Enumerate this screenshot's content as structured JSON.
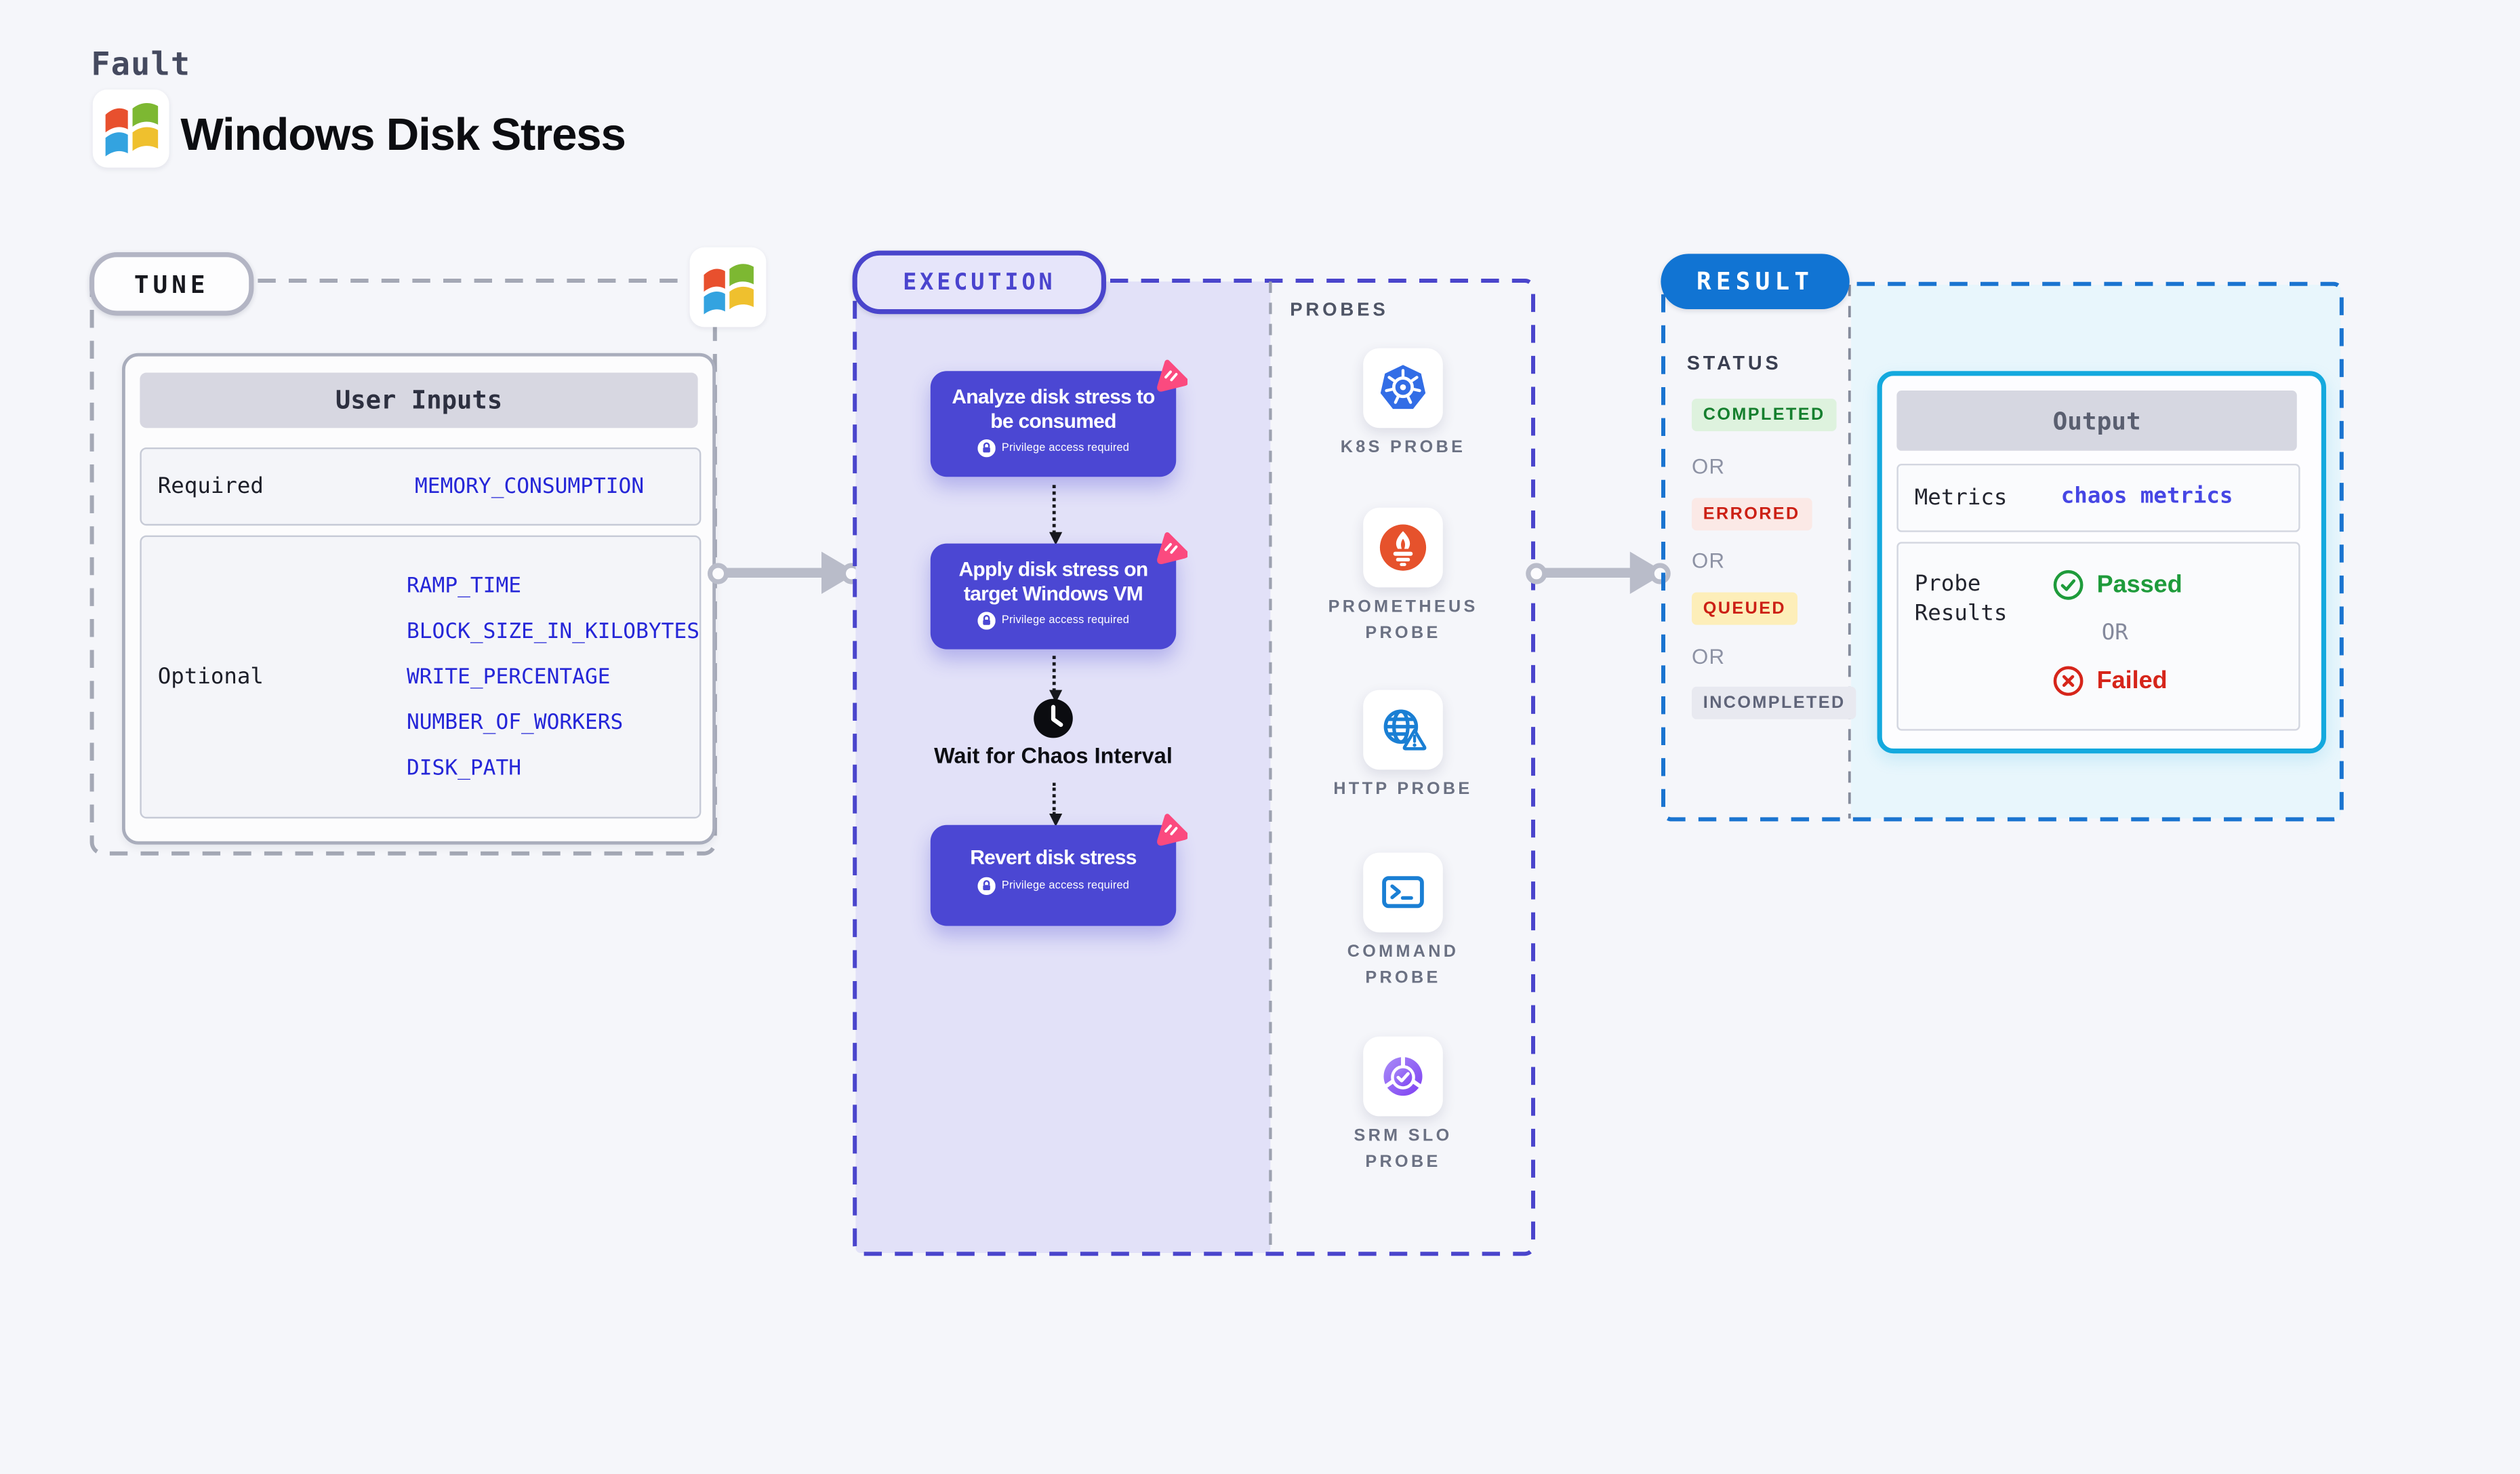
{
  "header": {
    "kicker": "Fault",
    "title": "Windows Disk Stress",
    "logo_icon": "windows-logo"
  },
  "tune": {
    "badge": "TUNE",
    "corner_icon": "windows-logo",
    "user_inputs": {
      "title": "User Inputs",
      "rows": [
        {
          "label": "Required",
          "values": [
            "MEMORY_CONSUMPTION"
          ]
        },
        {
          "label": "Optional",
          "values": [
            "RAMP_TIME",
            "BLOCK_SIZE_IN_KILOBYTES",
            "WRITE_PERCENTAGE",
            "NUMBER_OF_WORKERS",
            "DISK_PATH"
          ]
        }
      ]
    }
  },
  "execution": {
    "badge": "EXECUTION",
    "steps": [
      {
        "title": "Analyze disk stress to be consumed",
        "note": "Privilege access required",
        "icon": "chaos"
      },
      {
        "title": "Apply disk stress on target Windows VM",
        "note": "Privilege access required",
        "icon": "chaos"
      },
      {
        "title": "Wait for Chaos Interval",
        "icon": "clock"
      },
      {
        "title": "Revert disk stress",
        "note": "Privilege access required",
        "icon": "chaos"
      }
    ],
    "probes": {
      "title": "PROBES",
      "items": [
        {
          "label": "K8S PROBE",
          "icon": "kubernetes"
        },
        {
          "label": "PROMETHEUS PROBE",
          "icon": "prometheus"
        },
        {
          "label": "HTTP PROBE",
          "icon": "http-globe"
        },
        {
          "label": "COMMAND PROBE",
          "icon": "command-terminal"
        },
        {
          "label": "SRM SLO PROBE",
          "icon": "srm-slo"
        }
      ]
    }
  },
  "result": {
    "badge": "RESULT",
    "status": {
      "title": "STATUS",
      "separator": "OR",
      "options": [
        {
          "label": "COMPLETED",
          "bg": "#def2de",
          "color": "#157f2e"
        },
        {
          "label": "ERRORED",
          "bg": "#fbe9e6",
          "color": "#cc2015"
        },
        {
          "label": "QUEUED",
          "bg": "#fdeeb9",
          "color": "#cc2015"
        },
        {
          "label": "INCOMPLETED",
          "bg": "#e8e9f0",
          "color": "#5f6479"
        }
      ]
    },
    "output": {
      "title": "Output",
      "metrics_label": "Metrics",
      "metrics_value": "chaos metrics",
      "probe_results_label": "Probe Results",
      "separator": "OR",
      "passed": "Passed",
      "failed": "Failed"
    }
  },
  "colors": {
    "page_bg": "#f5f6fa",
    "step_card": "#4b47d3",
    "execution_fill": "#e2e1f8",
    "execution_border": "#4a45cc",
    "tune_border": "#a4a8b5",
    "result_border": "#1a74d0",
    "result_pill": "#1174d3",
    "output_border": "#14a9de",
    "output_zone_bg": "#e8f6fc",
    "input_value_blue": "#2526d8",
    "metrics_value_blue": "#4646e4",
    "passed_green": "#1e9b3b",
    "failed_red": "#d6251a",
    "chaos_pink": "#fb4a7f",
    "kubernetes_blue": "#326de6",
    "prometheus_orange": "#e6522c",
    "http_blue": "#1a7fd4",
    "srm_purple": "#7e3ff2",
    "arrow_grey": "#b9bcc9"
  }
}
